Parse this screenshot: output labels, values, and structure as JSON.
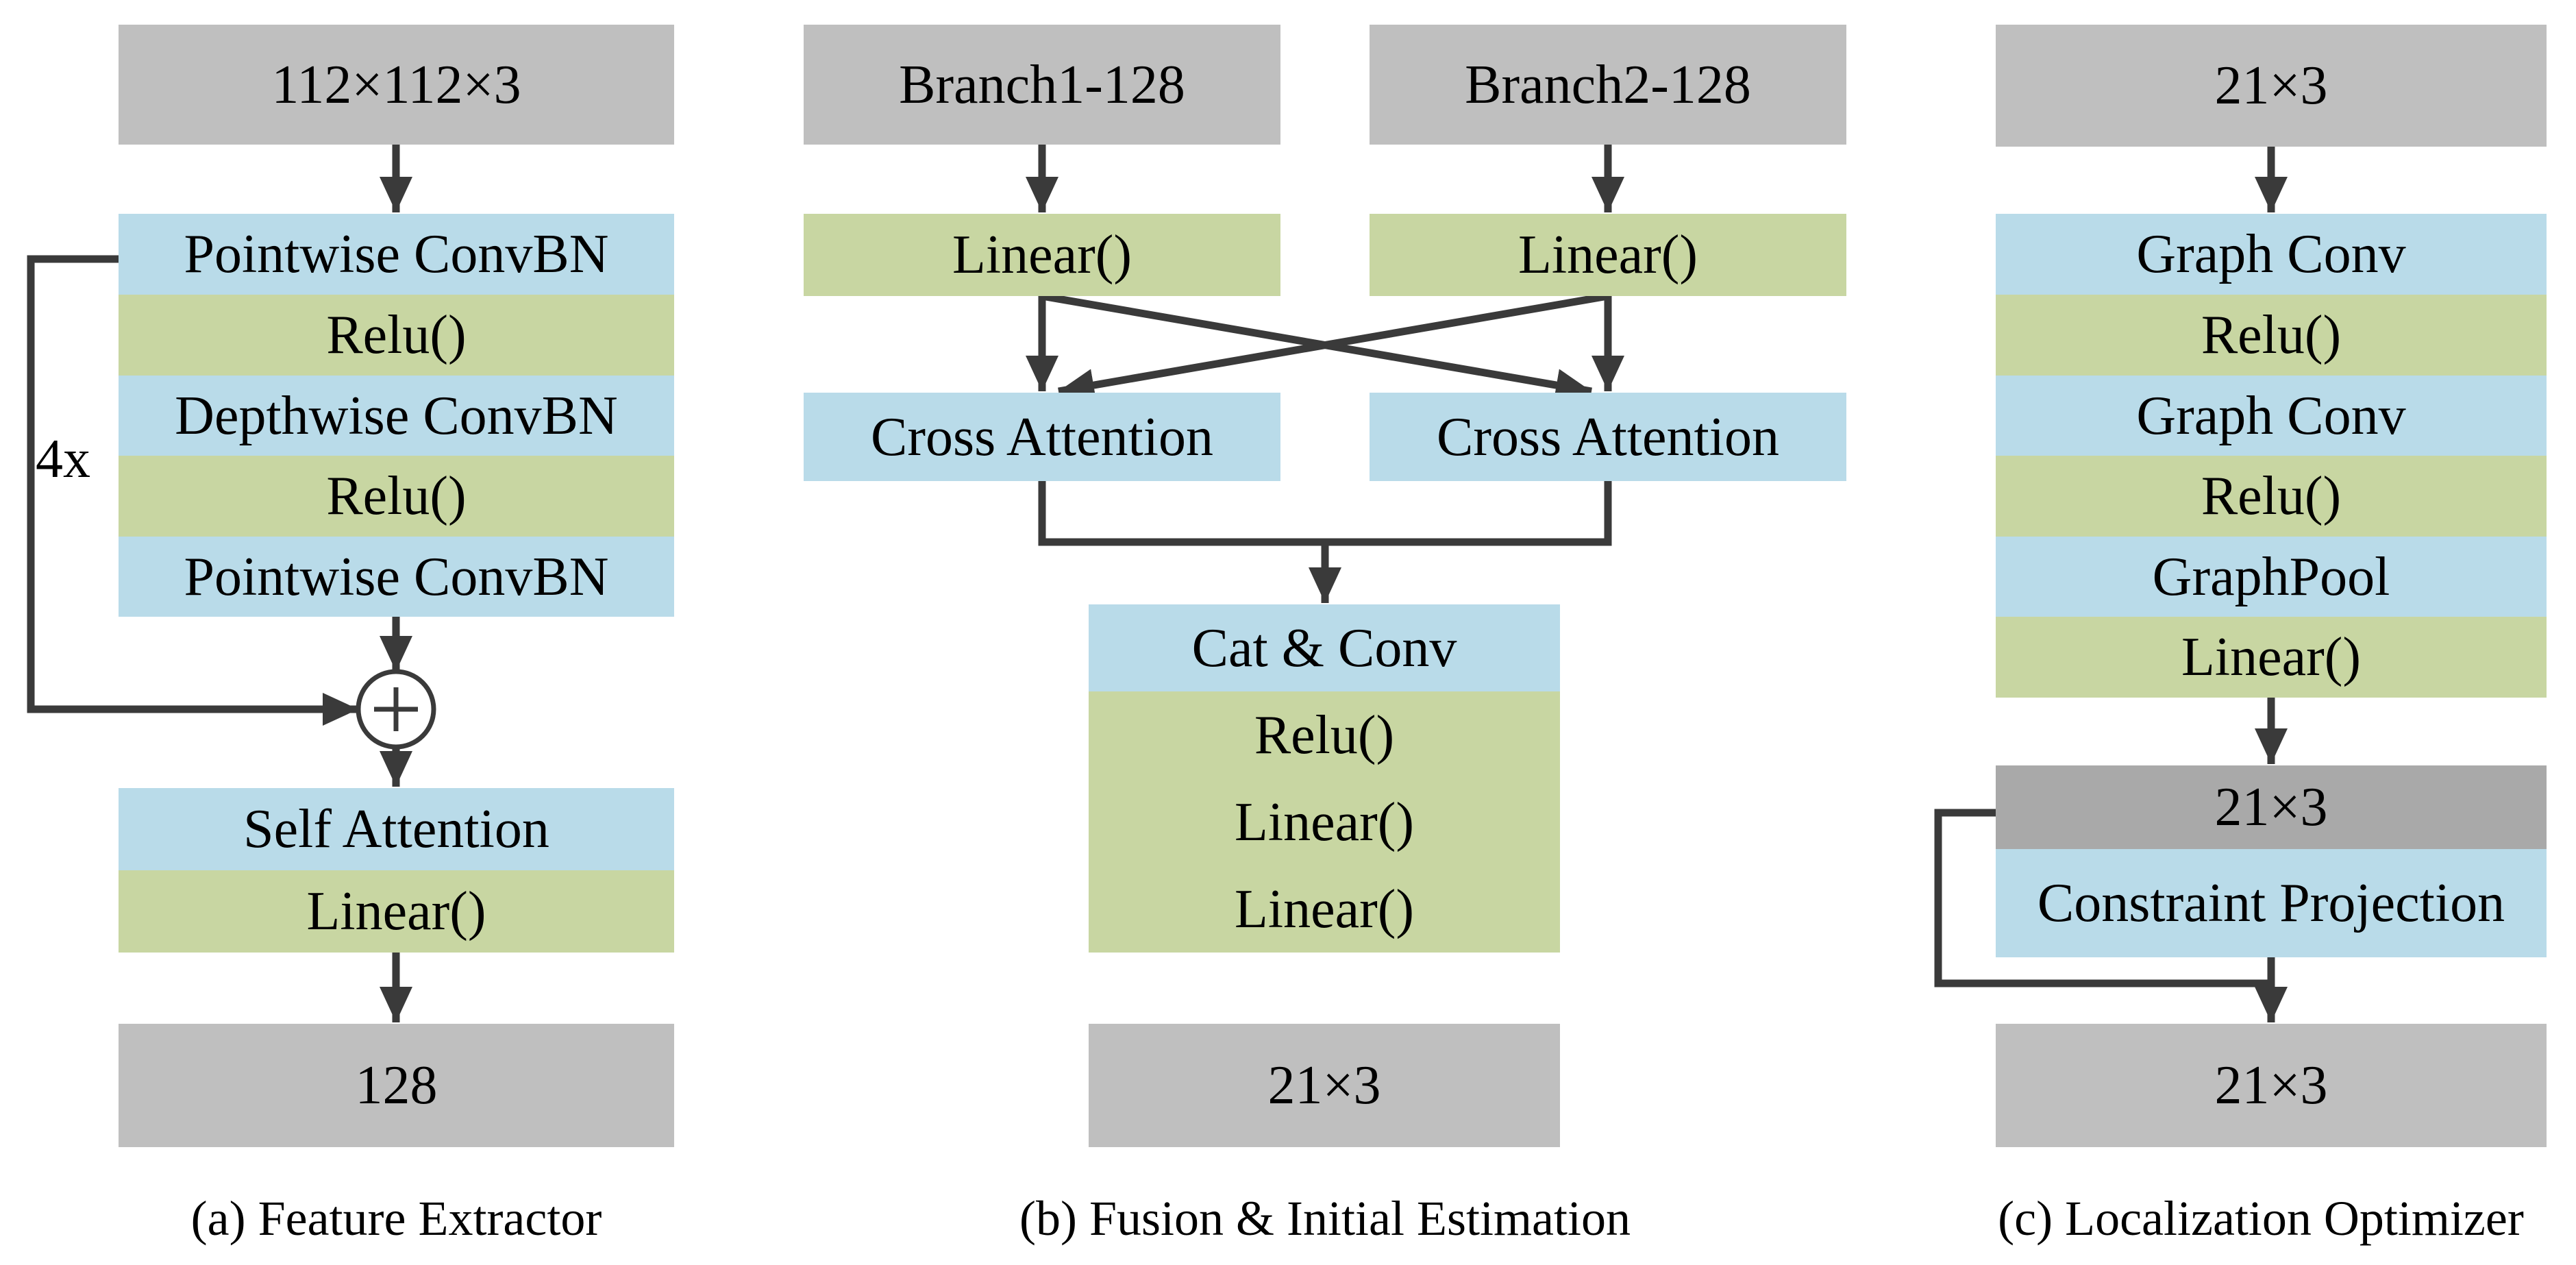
{
  "figure": {
    "colors": {
      "box_gray": "#bfbfbf",
      "box_gray_dark": "#a9a9a9",
      "box_blue": "#b9dbe9",
      "box_green": "#c8d6a2",
      "wire": "#3a3a3a",
      "text": "#000000",
      "background": "#ffffff"
    },
    "icons": {
      "residual_add_icon": "⊕"
    },
    "panel_a": {
      "input": "112×112×3",
      "stack": [
        "Pointwise ConvBN",
        "Relu()",
        "Depthwise ConvBN",
        "Relu()",
        "Pointwise ConvBN"
      ],
      "loop_label": "4x",
      "attention": "Self Attention",
      "linear": "Linear()",
      "output": "128",
      "caption": "(a) Feature Extractor"
    },
    "panel_b": {
      "branch1": "Branch1-128",
      "branch2": "Branch2-128",
      "linear1": "Linear()",
      "linear2": "Linear()",
      "cross1": "Cross Attention",
      "cross2": "Cross Attention",
      "cat_conv": "Cat & Conv",
      "head": [
        "Relu()",
        "Linear()",
        "Linear()"
      ],
      "output": "21×3",
      "caption": "(b) Fusion & Initial Estimation"
    },
    "panel_c": {
      "input": "21×3",
      "stack": [
        "Graph Conv",
        "Relu()",
        "Graph Conv",
        "Relu()",
        "GraphPool",
        "Linear()"
      ],
      "intermediate": "21×3",
      "projection": "Constraint Projection",
      "output": "21×3",
      "caption": "(c) Localization Optimizer"
    }
  }
}
